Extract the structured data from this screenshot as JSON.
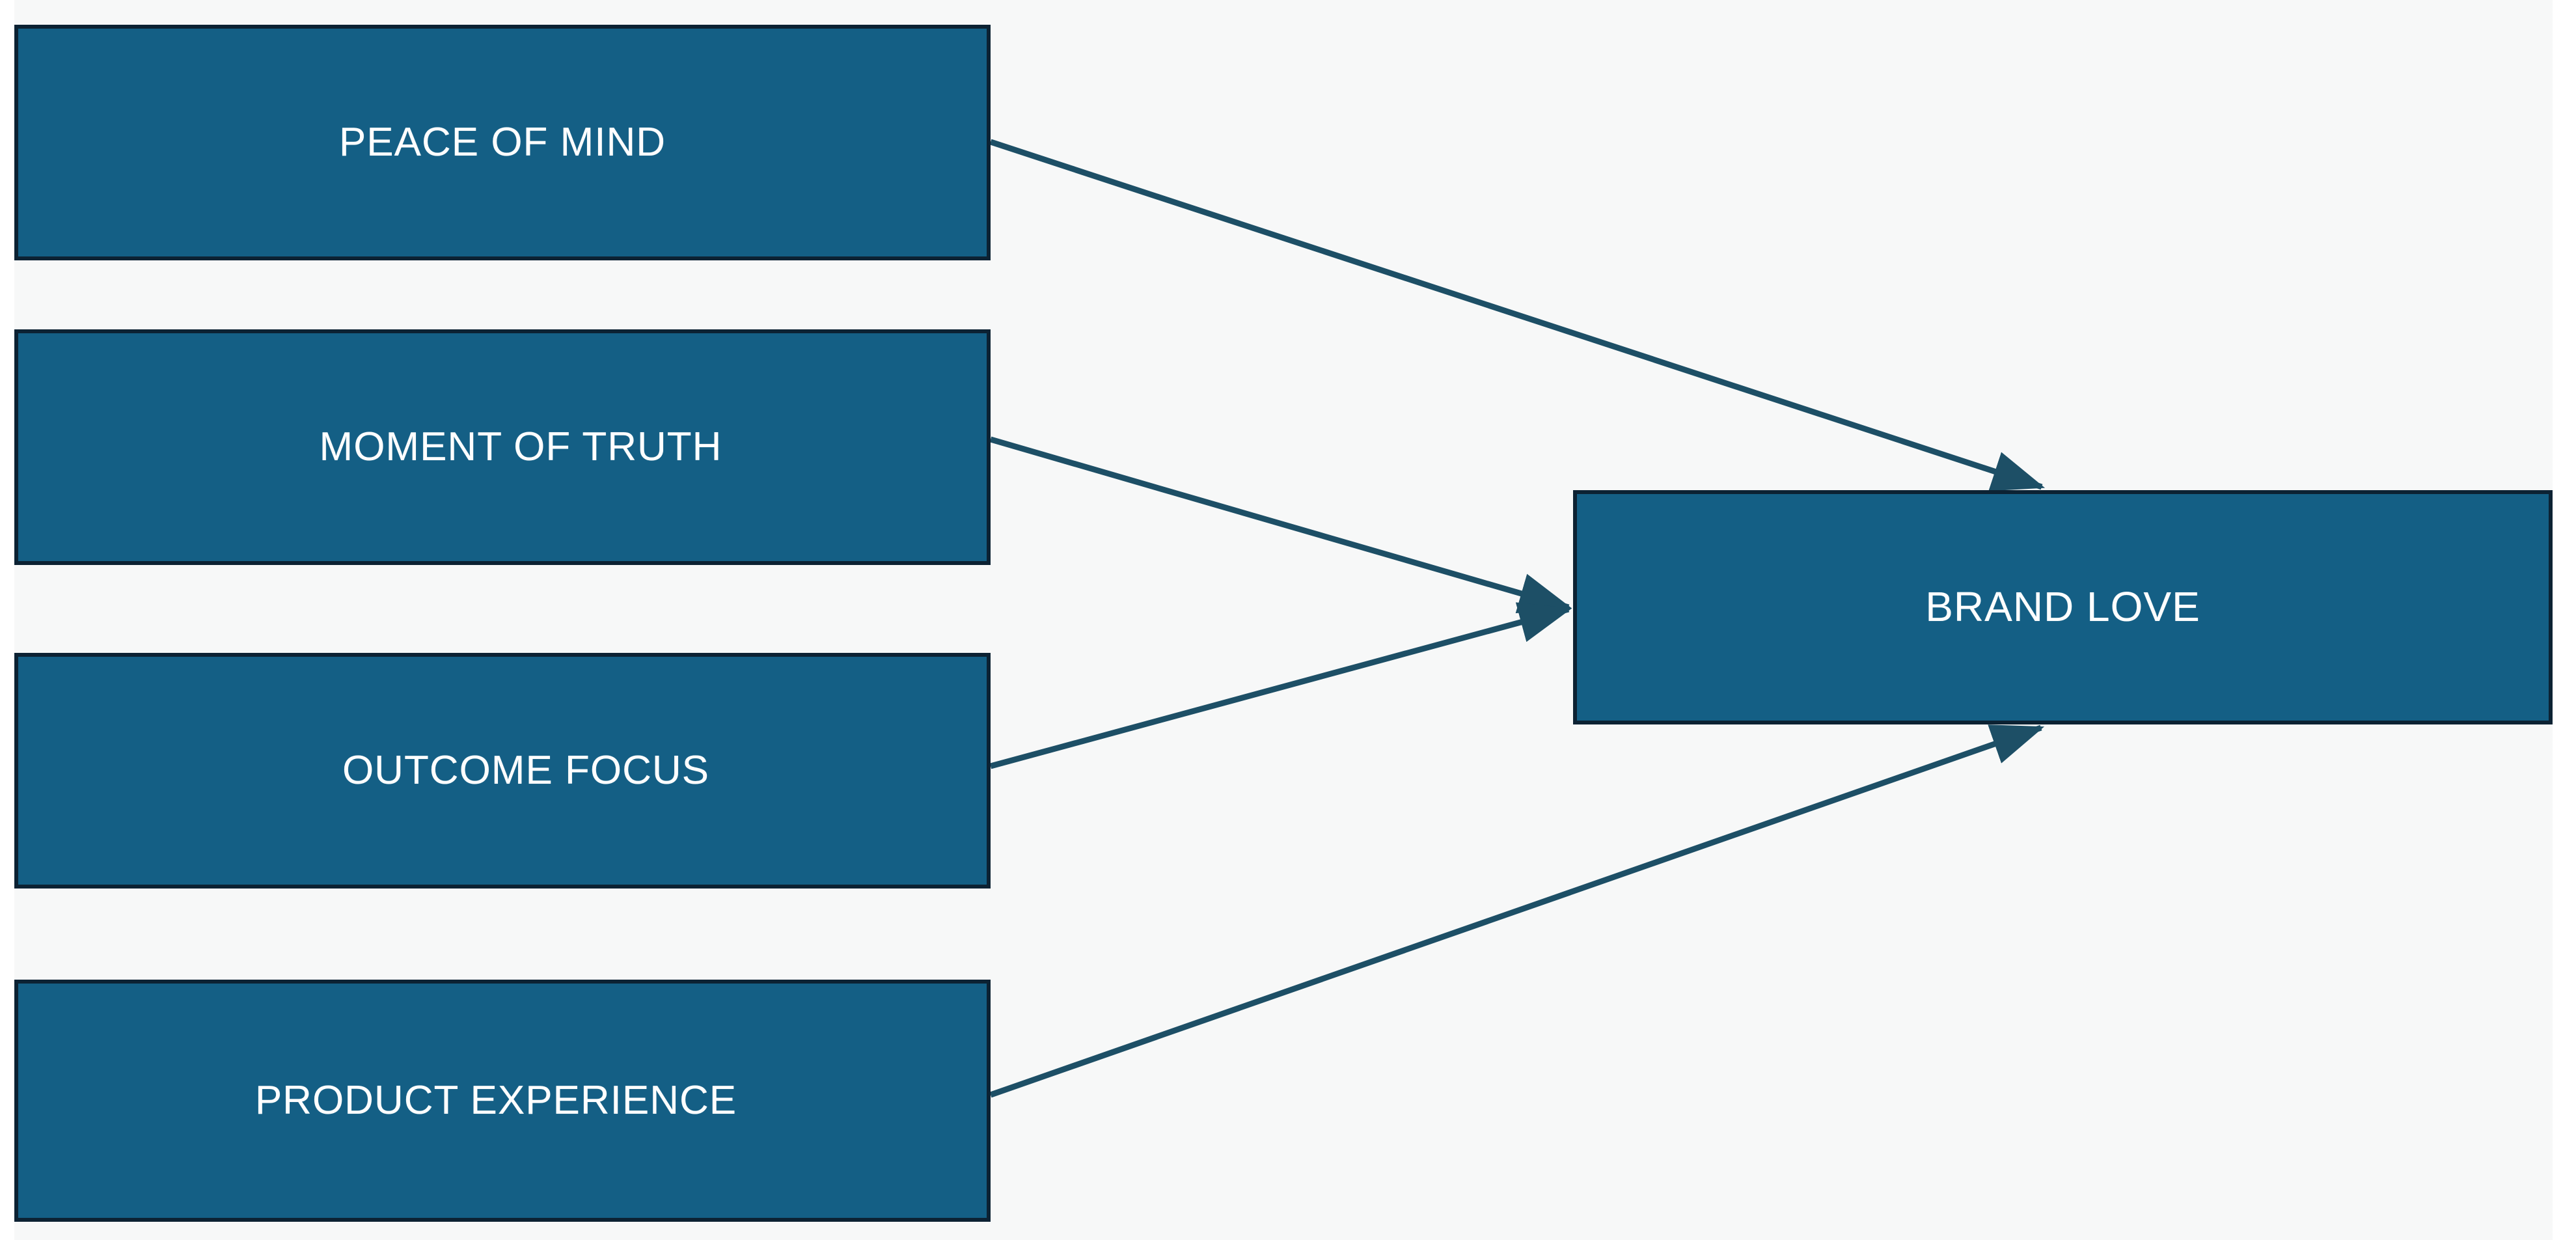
{
  "diagram": {
    "title": "Brand Love drivers diagram",
    "background_color": "#f7f8f8",
    "node_fill_color": "#145f85",
    "node_border_color": "#0c2233",
    "node_text_color": "#ffffff",
    "connector_color": "#1d4f66",
    "nodes": [
      {
        "id": "peace-of-mind",
        "label": "PEACE OF MIND"
      },
      {
        "id": "moment-of-truth",
        "label": "MOMENT OF TRUTH"
      },
      {
        "id": "outcome-focus",
        "label": "OUTCOME FOCUS"
      },
      {
        "id": "product-experience",
        "label": "PRODUCT EXPERIENCE"
      },
      {
        "id": "brand-love",
        "label": "BRAND LOVE"
      }
    ],
    "connectors": [
      {
        "id": "peace-of-mind-to-brand-love",
        "from": "PEACE OF MIND",
        "to": "BRAND LOVE",
        "arrowhead": "right"
      },
      {
        "id": "moment-of-truth-to-brand-love",
        "from": "MOMENT OF TRUTH",
        "to": "BRAND LOVE",
        "arrowhead": "right"
      },
      {
        "id": "outcome-focus-to-brand-love",
        "from": "OUTCOME FOCUS",
        "to": "BRAND LOVE",
        "arrowhead": "right"
      },
      {
        "id": "product-experience-to-brand-love",
        "from": "PRODUCT EXPERIENCE",
        "to": "BRAND LOVE",
        "arrowhead": "right"
      }
    ]
  }
}
